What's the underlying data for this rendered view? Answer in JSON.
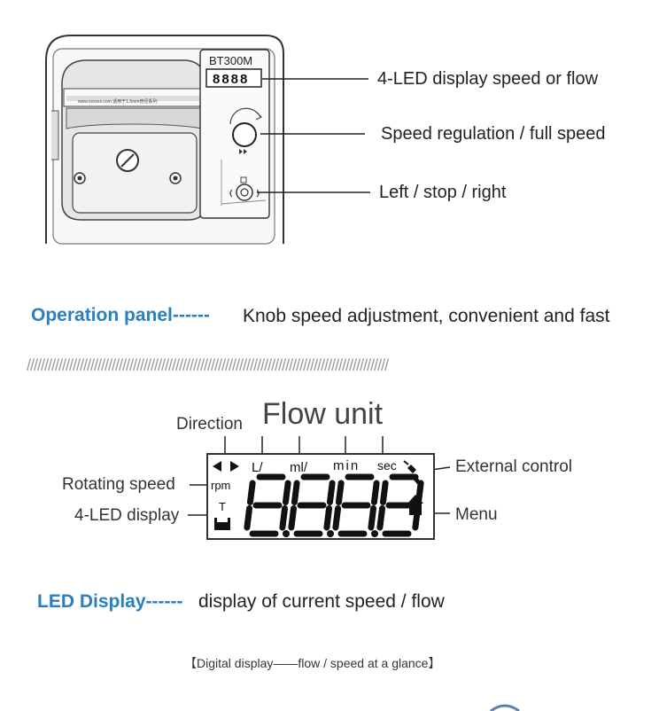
{
  "pump": {
    "model": "BT300M",
    "display_digits": "8888",
    "pumphead_text": "www.xxxxxx.com   适用于1.6mm管径系列"
  },
  "callouts": {
    "display": "4-LED display speed or flow",
    "knob": "Speed regulation / full speed",
    "direction": "Left / stop / right"
  },
  "operation_panel": {
    "title": "Operation panel------",
    "description": "Knob speed adjustment, convenient and fast"
  },
  "divider": "//////////////////////////////////////////////////////////////////////////////////////////////////////",
  "lcd": {
    "flow_unit_title": "Flow unit",
    "direction_label": "Direction",
    "rotating_speed_label": "Rotating speed",
    "led_display_label": "4-LED display",
    "external_control_label": "External control",
    "menu_label": "Menu",
    "units": [
      "L/",
      "ml/",
      "min",
      "sec"
    ],
    "rpm": "rpm",
    "t": "T",
    "digits": "8.8.8.8"
  },
  "led_section": {
    "title": "LED Display------",
    "description": "display of current speed / flow"
  },
  "caption": "【Digital display——flow / speed at a glance】"
}
